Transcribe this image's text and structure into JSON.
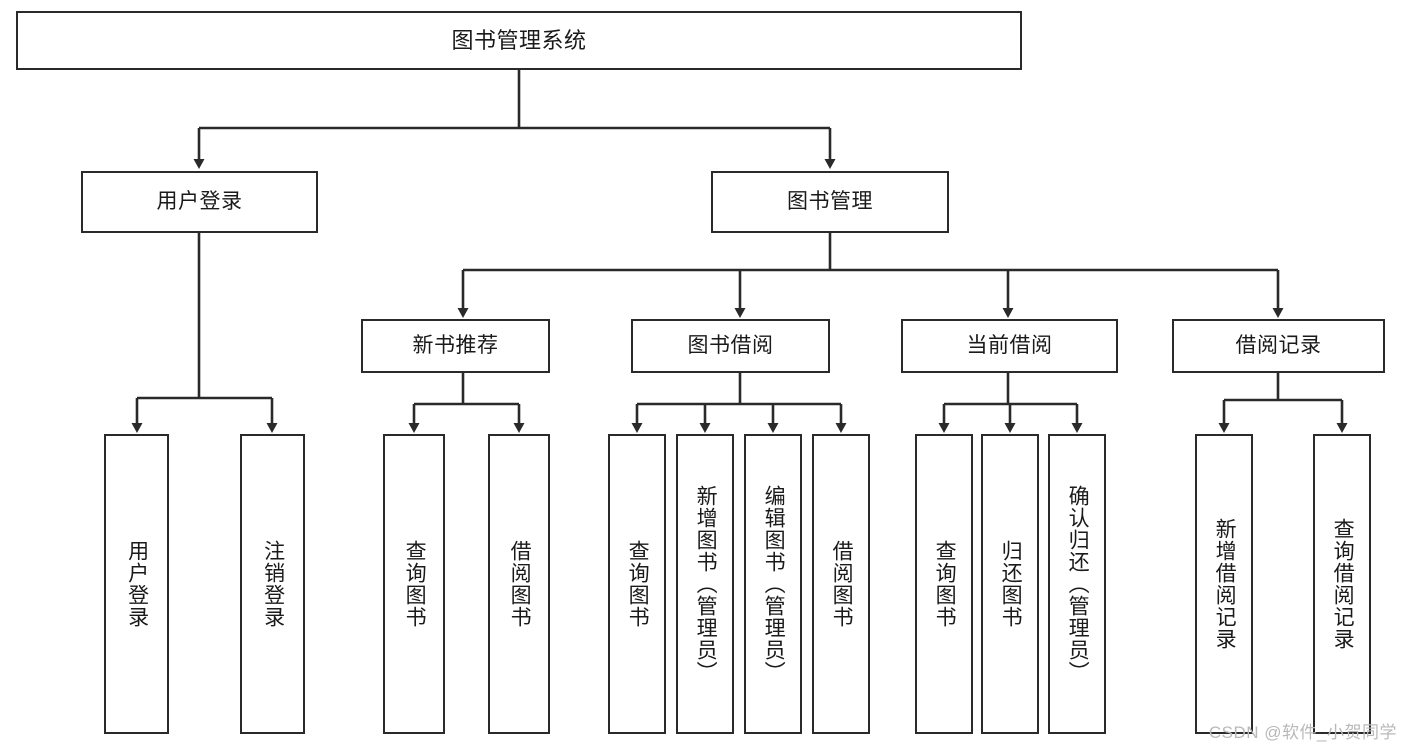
{
  "diagram": {
    "title": "图书管理系统",
    "type": "tree-hierarchy-diagram",
    "colors": {
      "box_border": "#2a2a2a",
      "box_fill": "#ffffff",
      "connector": "#2a2a2a",
      "background": "#ffffff",
      "watermark": "#b9b9b9"
    },
    "root": {
      "label": "图书管理系统"
    },
    "level2": [
      {
        "label": "用户登录"
      },
      {
        "label": "图书管理"
      }
    ],
    "level3": [
      {
        "label": "新书推荐"
      },
      {
        "label": "图书借阅"
      },
      {
        "label": "当前借阅"
      },
      {
        "label": "借阅记录"
      }
    ],
    "leaves": {
      "user_login": [
        {
          "label": "用户登录"
        },
        {
          "label": "注销登录"
        }
      ],
      "new_book_recommend": [
        {
          "label": "查询图书"
        },
        {
          "label": "借阅图书"
        }
      ],
      "book_borrow": [
        {
          "label": "查询图书"
        },
        {
          "label": "新增图书（管理员）"
        },
        {
          "label": "编辑图书（管理员）"
        },
        {
          "label": "借阅图书"
        }
      ],
      "current_borrow": [
        {
          "label": "查询图书"
        },
        {
          "label": "归还图书"
        },
        {
          "label": "确认归还（管理员）"
        }
      ],
      "borrow_record": [
        {
          "label": "新增借阅记录"
        },
        {
          "label": "查询借阅记录"
        }
      ]
    }
  },
  "watermark": {
    "text": "CSDN @软件_小贺同学"
  }
}
